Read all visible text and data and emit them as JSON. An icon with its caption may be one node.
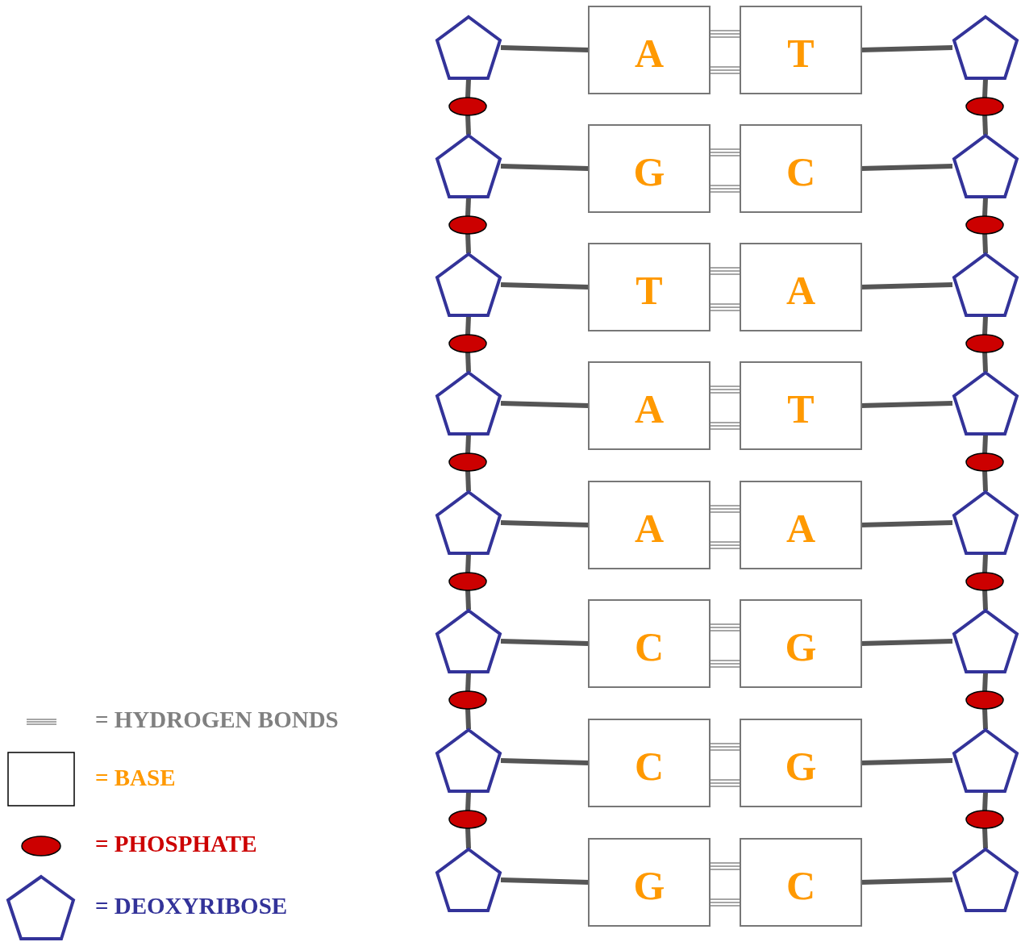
{
  "diagram": {
    "nodes": [
      {
        "text": [],
        "shape": "pentagon"
      },
      {
        "text": [
          "A"
        ]
      },
      {
        "text": [
          "T"
        ]
      },
      {
        "text": [],
        "shape": "pentagon"
      },
      {
        "text": [],
        "shape": "pentagon"
      },
      {
        "text": [
          "G"
        ]
      },
      {
        "text": [
          "C"
        ]
      },
      {
        "text": [],
        "shape": "pentagon"
      },
      {
        "text": [],
        "shape": "pentagon"
      },
      {
        "text": [
          "T"
        ]
      },
      {
        "text": [
          "A"
        ]
      },
      {
        "text": [],
        "shape": "pentagon"
      },
      {
        "text": [],
        "shape": "pentagon"
      },
      {
        "text": [
          "A"
        ]
      },
      {
        "text": [
          "T"
        ]
      },
      {
        "text": [],
        "shape": "pentagon"
      },
      {
        "text": [],
        "shape": "pentagon"
      },
      {
        "text": [
          "A"
        ]
      },
      {
        "text": [
          "A"
        ]
      },
      {
        "text": [],
        "shape": "pentagon"
      },
      {
        "text": [],
        "shape": "pentagon"
      },
      {
        "text": [
          "C"
        ]
      },
      {
        "text": [
          "G"
        ]
      },
      {
        "text": [],
        "shape": "pentagon"
      },
      {
        "text": [],
        "shape": "pentagon"
      },
      {
        "text": [
          "C"
        ]
      },
      {
        "text": [
          "G"
        ]
      },
      {
        "text": [],
        "shape": "pentagon"
      },
      {
        "text": [],
        "shape": "pentagon"
      },
      {
        "text": [
          "G"
        ]
      },
      {
        "text": [
          "C"
        ]
      },
      {
        "text": [],
        "shape": "pentagon"
      },
      {
        "text": [],
        "shape": "ellipse"
      },
      {
        "text": [],
        "shape": "ellipse"
      },
      {
        "text": [],
        "shape": "ellipse"
      },
      {
        "text": [],
        "shape": "ellipse"
      },
      {
        "text": [],
        "shape": "ellipse"
      },
      {
        "text": [],
        "shape": "ellipse"
      },
      {
        "text": [],
        "shape": "ellipse"
      },
      {
        "text": [],
        "shape": "ellipse"
      },
      {
        "text": [],
        "shape": "ellipse"
      },
      {
        "text": [],
        "shape": "ellipse"
      },
      {
        "text": [],
        "shape": "ellipse"
      },
      {
        "text": [],
        "shape": "ellipse"
      },
      {
        "text": [],
        "shape": "ellipse"
      },
      {
        "text": [],
        "shape": "ellipse"
      }
    ],
    "edges": [
      {
        "from": 0,
        "to": 1,
        "arrow": "none"
      },
      {
        "from": 1,
        "to": 2,
        "arrow": "none",
        "color": "#888888"
      },
      {
        "from": 2,
        "to": 3,
        "arrow": "none"
      },
      {
        "from": 4,
        "to": 5,
        "arrow": "none"
      },
      {
        "from": 5,
        "to": 6,
        "arrow": "none",
        "color": "#888888"
      },
      {
        "from": 6,
        "to": 7,
        "arrow": "none"
      },
      {
        "from": 8,
        "to": 9,
        "arrow": "none"
      },
      {
        "from": 9,
        "to": 10,
        "arrow": "none",
        "color": "#888888"
      },
      {
        "from": 10,
        "to": 11,
        "arrow": "none"
      },
      {
        "from": 12,
        "to": 13,
        "arrow": "none"
      },
      {
        "from": 13,
        "to": 14,
        "arrow": "none",
        "color": "#888888"
      },
      {
        "from": 14,
        "to": 15,
        "arrow": "none"
      },
      {
        "from": 16,
        "to": 17,
        "arrow": "none"
      },
      {
        "from": 17,
        "to": 18,
        "arrow": "none",
        "color": "#888888"
      },
      {
        "from": 18,
        "to": 19,
        "arrow": "none"
      },
      {
        "from": 20,
        "to": 21,
        "arrow": "none"
      },
      {
        "from": 21,
        "to": 22,
        "arrow": "none",
        "color": "#888888"
      },
      {
        "from": 22,
        "to": 23,
        "arrow": "none"
      },
      {
        "from": 24,
        "to": 25,
        "arrow": "none"
      },
      {
        "from": 25,
        "to": 26,
        "arrow": "none",
        "color": "#888888"
      },
      {
        "from": 26,
        "to": 27,
        "arrow": "none"
      },
      {
        "from": 28,
        "to": 29,
        "arrow": "none"
      },
      {
        "from": 29,
        "to": 30,
        "arrow": "none",
        "color": "#888888"
      },
      {
        "from": 30,
        "to": 31,
        "arrow": "none"
      },
      {
        "from": 0,
        "to": 32,
        "arrow": "none"
      },
      {
        "from": 32,
        "to": 4,
        "arrow": "none"
      },
      {
        "from": 3,
        "to": 33,
        "arrow": "none"
      },
      {
        "from": 33,
        "to": 7,
        "arrow": "none"
      },
      {
        "from": 4,
        "to": 34,
        "arrow": "none"
      },
      {
        "from": 34,
        "to": 8,
        "arrow": "none"
      },
      {
        "from": 7,
        "to": 35,
        "arrow": "none"
      },
      {
        "from": 35,
        "to": 11,
        "arrow": "none"
      },
      {
        "from": 8,
        "to": 36,
        "arrow": "none"
      },
      {
        "from": 36,
        "to": 12,
        "arrow": "none"
      },
      {
        "from": 11,
        "to": 37,
        "arrow": "none"
      },
      {
        "from": 37,
        "to": 15,
        "arrow": "none"
      },
      {
        "from": 12,
        "to": 38,
        "arrow": "none"
      },
      {
        "from": 38,
        "to": 16,
        "arrow": "none"
      },
      {
        "from": 15,
        "to": 39,
        "arrow": "none"
      },
      {
        "from": 39,
        "to": 19,
        "arrow": "none"
      },
      {
        "from": 16,
        "to": 40,
        "arrow": "none"
      },
      {
        "from": 40,
        "to": 20,
        "arrow": "none"
      },
      {
        "from": 19,
        "to": 41,
        "arrow": "none"
      },
      {
        "from": 41,
        "to": 23,
        "arrow": "none"
      },
      {
        "from": 20,
        "to": 42,
        "arrow": "none"
      },
      {
        "from": 42,
        "to": 24,
        "arrow": "none"
      },
      {
        "from": 23,
        "to": 43,
        "arrow": "none"
      },
      {
        "from": 43,
        "to": 27,
        "arrow": "none"
      },
      {
        "from": 24,
        "to": 44,
        "arrow": "none"
      },
      {
        "from": 44,
        "to": 28,
        "arrow": "none"
      },
      {
        "from": 27,
        "to": 45,
        "arrow": "none"
      },
      {
        "from": 45,
        "to": 31,
        "arrow": "none"
      }
    ],
    "legend": [
      {
        "text": "= HYDROGEN BONDS"
      },
      {
        "text": "= BASE"
      },
      {
        "text": "= PHOSPHATE"
      },
      {
        "text": "= DEOXYRIBOSE"
      }
    ]
  }
}
